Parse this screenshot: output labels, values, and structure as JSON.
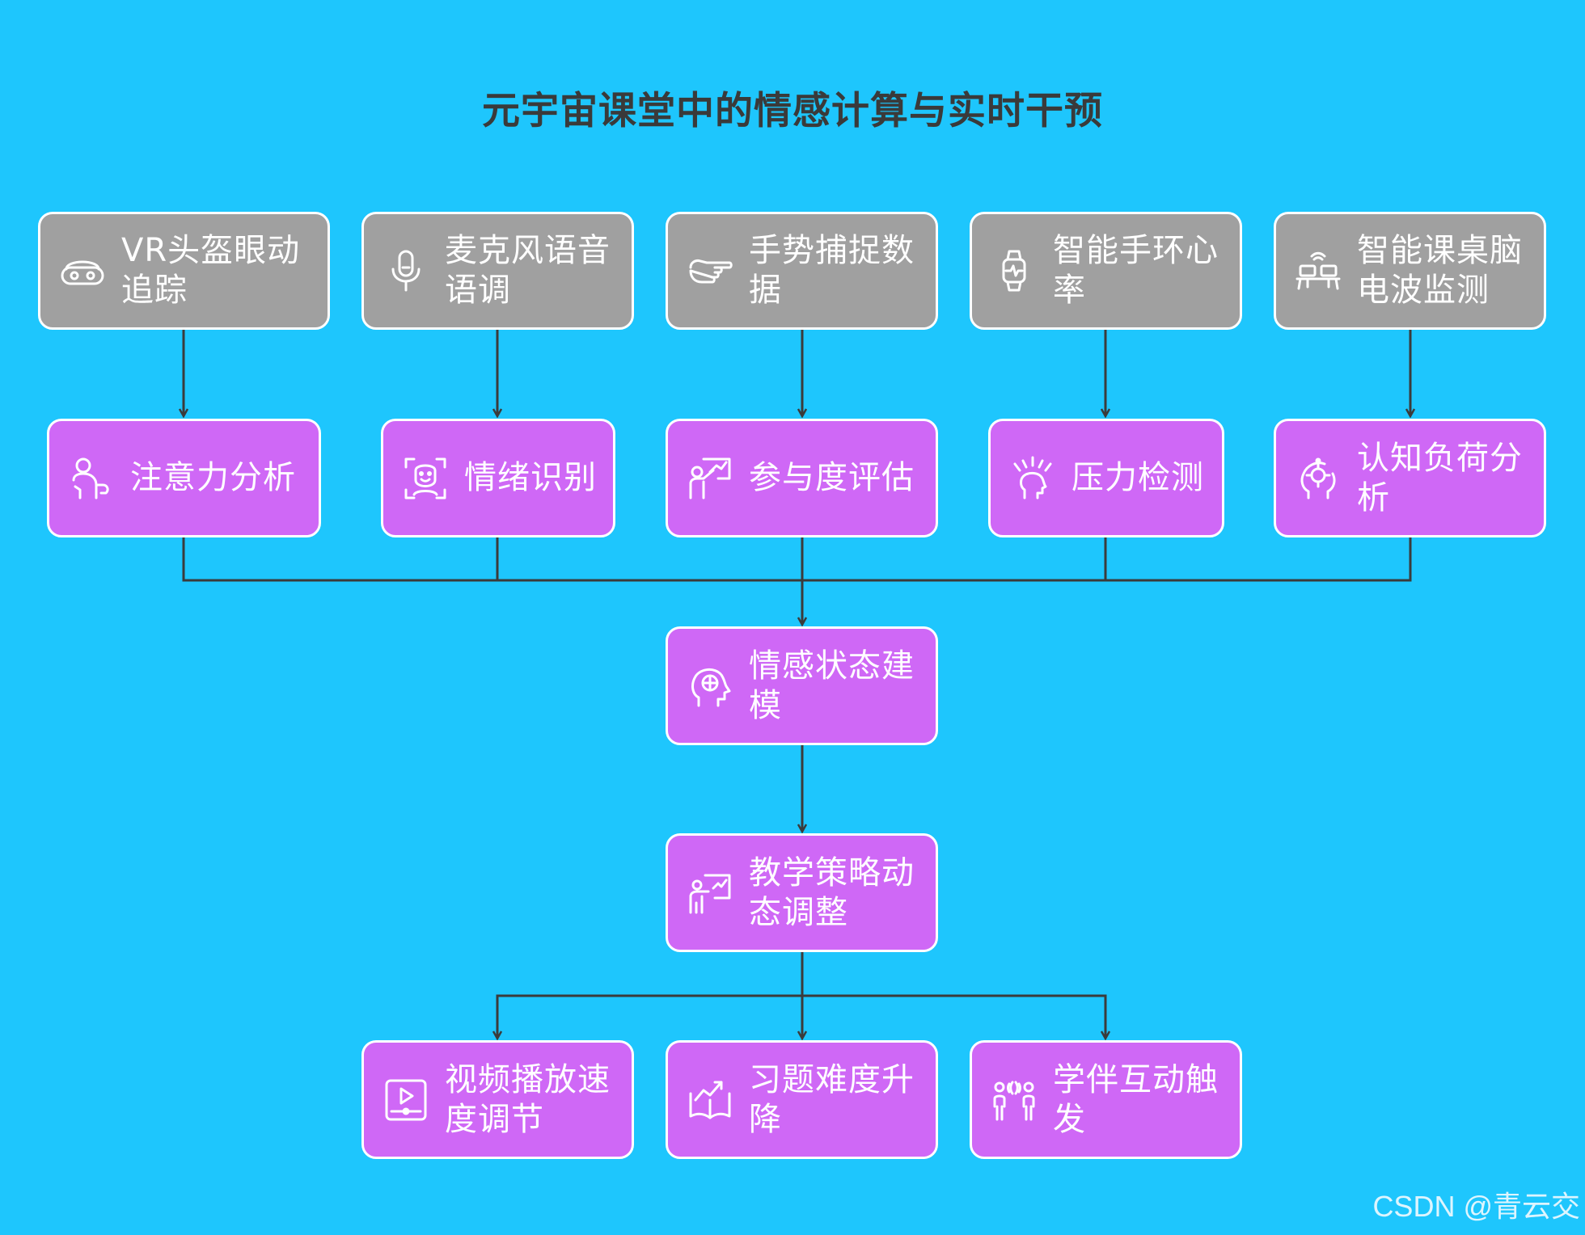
{
  "title": "元宇宙课堂中的情感计算与实时干预",
  "colors": {
    "background": "#1ec6fd",
    "input_node": "#a0a0a0",
    "process_node": "#cf68f6",
    "border": "#ffffff",
    "connector": "#3b3b3b",
    "title_text": "#3a3a3a"
  },
  "inputs": [
    {
      "label": "VR头盔眼动追踪",
      "icon": "vr-headset-icon"
    },
    {
      "label": "麦克风语音语调",
      "icon": "microphone-icon"
    },
    {
      "label": "手势捕捉数据",
      "icon": "pointing-hand-icon"
    },
    {
      "label": "智能手环心率",
      "icon": "smartwatch-icon"
    },
    {
      "label": "智能课桌脑电波监测",
      "icon": "desk-sensor-icon"
    }
  ],
  "analyses": [
    {
      "label": "注意力分析",
      "icon": "head-person-icon"
    },
    {
      "label": "情绪识别",
      "icon": "face-scan-icon"
    },
    {
      "label": "参与度评估",
      "icon": "presenter-board-icon"
    },
    {
      "label": "压力检测",
      "icon": "stressed-head-icon"
    },
    {
      "label": "认知负荷分析",
      "icon": "brain-head-icon"
    }
  ],
  "model": {
    "label": "情感状态建模",
    "icon": "brain-profile-icon"
  },
  "strategy": {
    "label": "教学策略动态调整",
    "icon": "teacher-board-icon"
  },
  "outputs": [
    {
      "label": "视频播放速度调节",
      "icon": "video-player-icon"
    },
    {
      "label": "习题难度升降",
      "icon": "book-trend-icon"
    },
    {
      "label": "学伴互动触发",
      "icon": "two-people-talk-icon"
    }
  ],
  "watermark": "CSDN @青云交"
}
